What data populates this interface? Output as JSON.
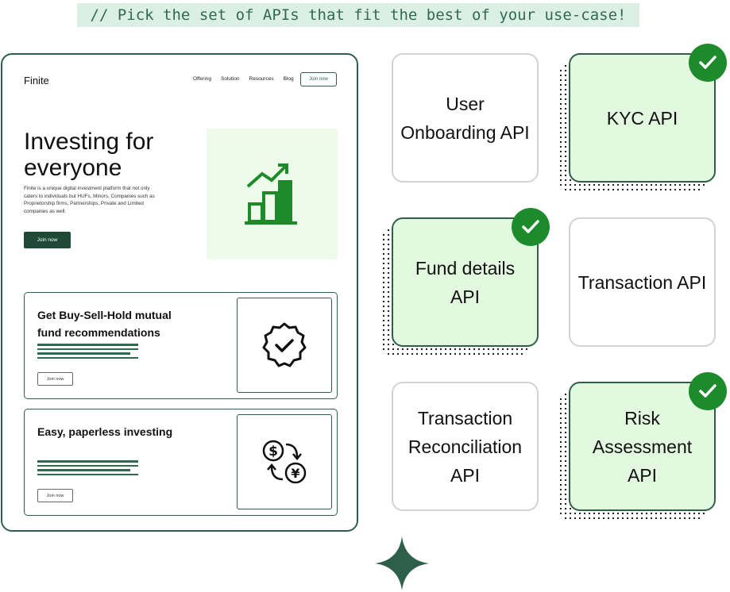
{
  "banner": "// Pick the set of APIs that fit the best of your use-case!",
  "mockup": {
    "brand": "Finite",
    "nav": [
      "Offering",
      "Solution",
      "Resources",
      "Blog"
    ],
    "nav_button": "Join now",
    "hero_title": "Investing for everyone",
    "hero_desc": "Finite is a unique digital investment platform that not only caters to individuals but HUFs, Minors, Companies such as Proprietorship firms, Partnerships, Private and Limited companies as well.",
    "hero_button": "Join now",
    "cards": [
      {
        "title": "Get Buy-Sell-Hold mutual fund recommendations",
        "button": "Join now",
        "icon": "badge-check-icon"
      },
      {
        "title": "Easy, paperless investing",
        "button": "Join now",
        "icon": "currency-exchange-icon"
      }
    ]
  },
  "apis": [
    {
      "label": "User Onboarding API",
      "selected": false
    },
    {
      "label": "KYC API",
      "selected": true
    },
    {
      "label": "Fund details API",
      "selected": true
    },
    {
      "label": "Transaction API",
      "selected": false
    },
    {
      "label": "Transaction Reconciliation API",
      "selected": false
    },
    {
      "label": "Risk Assessment API",
      "selected": true
    }
  ],
  "colors": {
    "accent": "#2f5f4a",
    "selected_bg": "#e2f8df",
    "check": "#1d8a2c",
    "banner_bg": "#dcefe4"
  }
}
